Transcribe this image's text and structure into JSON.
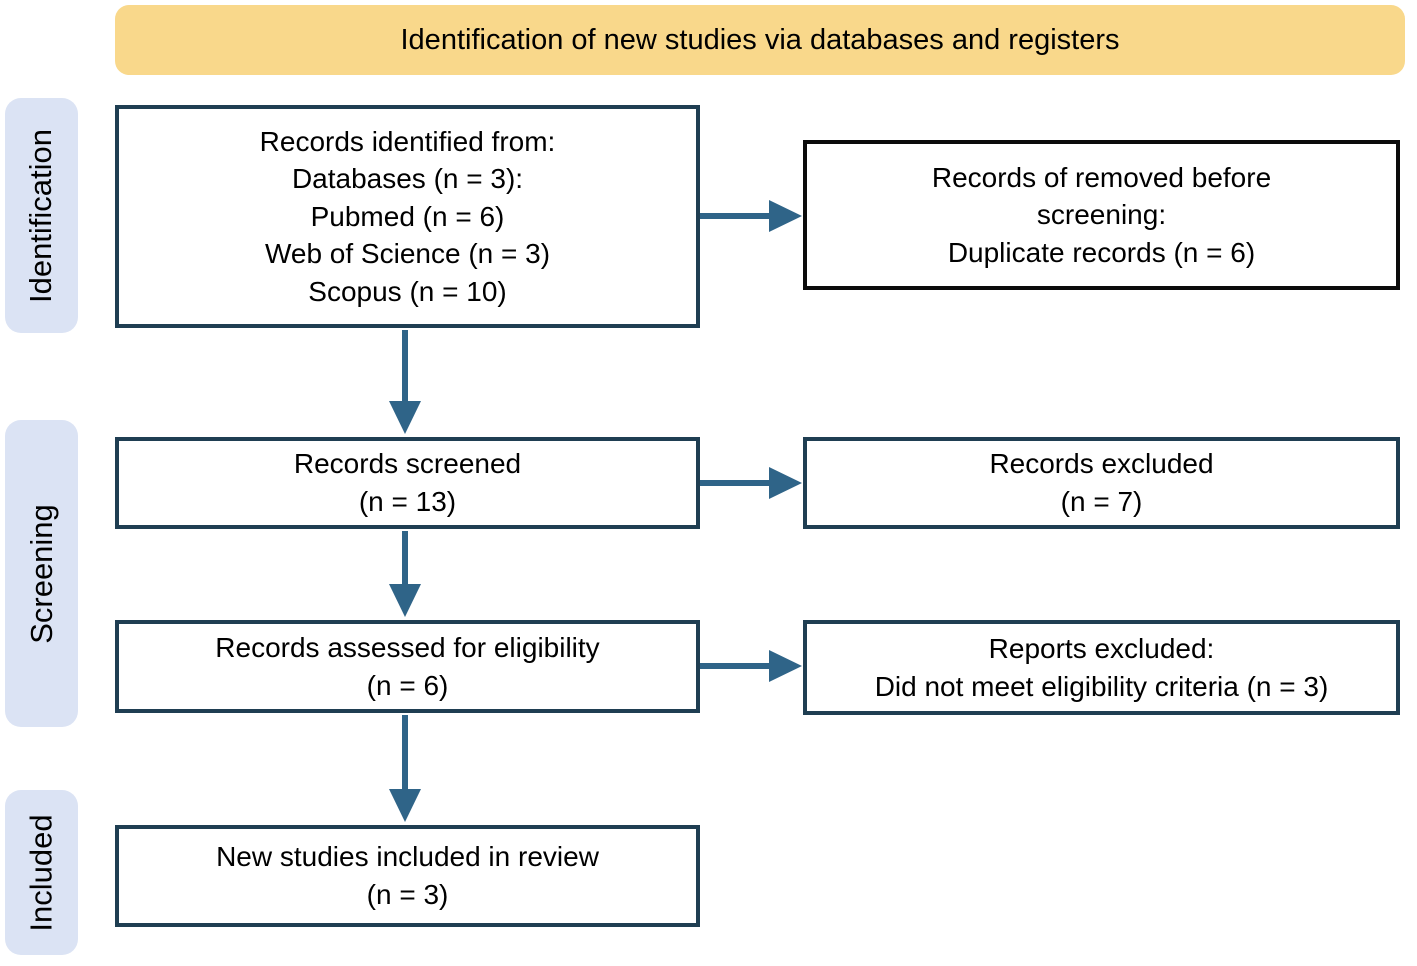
{
  "banner": {
    "label": "Identification of new studies via databases and registers"
  },
  "stages": [
    {
      "label": "Identification"
    },
    {
      "label": "Screening"
    },
    {
      "label": "Included"
    }
  ],
  "boxes": {
    "identified": {
      "lines": [
        "Records identified from:",
        "Databases (n = 3):",
        "Pubmed (n = 6)",
        "Web of Science (n = 3)",
        "Scopus (n = 10)"
      ]
    },
    "removed": {
      "lines": [
        "Records of removed before",
        "screening:",
        "Duplicate records (n = 6)"
      ]
    },
    "screened": {
      "lines": [
        "Records screened",
        "(n = 13)"
      ]
    },
    "excluded": {
      "lines": [
        "Records excluded",
        "(n = 7)"
      ]
    },
    "assessed": {
      "lines": [
        "Records assessed for eligibility",
        "(n = 6)"
      ]
    },
    "reports_excluded": {
      "lines": [
        "Reports excluded:",
        "Did not meet eligibility criteria (n = 3)"
      ]
    },
    "included": {
      "lines": [
        "New studies included in review",
        "(n = 3)"
      ]
    }
  },
  "colors": {
    "banner_bg": "#F9D88B",
    "stage_bg": "#DBE3F4",
    "box_border": "#1F3E52",
    "removed_border": "#0B0B0B",
    "arrow": "#2F6488",
    "text": "#000000"
  }
}
